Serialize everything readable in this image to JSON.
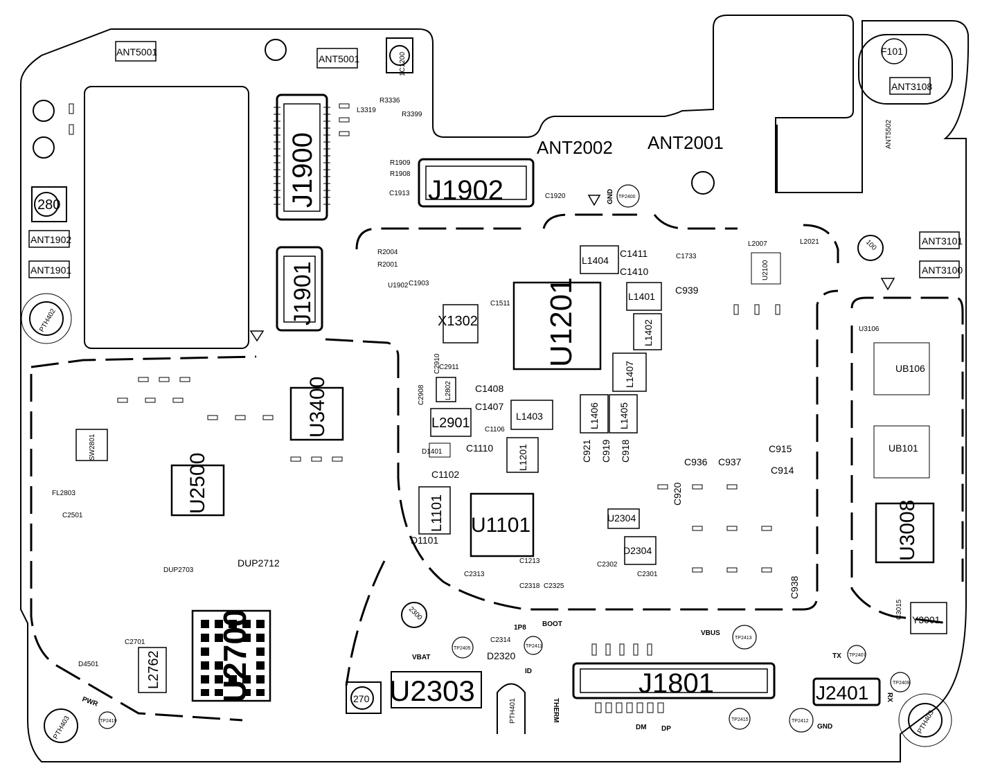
{
  "board": {
    "title_parts": {
      "J1900": "J1900",
      "J1901": "J1901",
      "J1902": "J1902",
      "U1201": "U1201",
      "U3400": "U3400",
      "U2500": "U2500",
      "U2700": "U2700",
      "U2303": "U2303",
      "U1101": "U1101",
      "U3008": "U3008",
      "J1801": "J1801",
      "J2401": "J2401",
      "X1302": "X1302"
    },
    "antennas": {
      "ant2002": "ANT2002",
      "ant2001": "ANT2001",
      "ant5001_left": "ANT5001",
      "ant5001_right": "ANT5001",
      "ant1902": "ANT1902",
      "ant1901": "ANT1901",
      "ant3108": "ANT3108",
      "ant5502": "ANT5502",
      "ant3101": "ANT3101",
      "ant3100": "ANT3100"
    },
    "mounting_holes": {
      "pth402": "PTH402",
      "pth403_left": "PTH403",
      "pth401": "PTH401",
      "pth403_right": "PTH403"
    },
    "round_parts": {
      "f101": "F101",
      "c1200": "1C1200",
      "r280": "280",
      "r270": "270",
      "u2300": "2300",
      "u100": "100"
    },
    "signals": {
      "vbat": "VBAT",
      "boot": "BOOT",
      "ips": "1P8",
      "id": "ID",
      "therm": "THERM",
      "vbus": "VBUS",
      "tx": "TX",
      "rx": "RX",
      "gnd_top": "GND",
      "gnd_bottom": "GND",
      "dm": "DM",
      "dp": "DP",
      "pwr": "PWR"
    },
    "test_points": {
      "tp2400": "TP2400",
      "tp2405": "TP2405",
      "tp2411": "TP2411",
      "tp2413": "TP2413",
      "tp2415": "TP2415",
      "tp2407": "TP2407",
      "tp2409": "TP2409",
      "tp2419": "TP2419",
      "tp2412": "TP2412"
    },
    "inductors": {
      "l1404": "L1404",
      "l1401": "L1401",
      "l1402": "L1402",
      "l1407": "L1407",
      "l1403": "L1403",
      "l1406": "L1406",
      "l1405": "L1405",
      "l2901": "L2901",
      "l2802": "L2802",
      "l1201": "L1201",
      "l1101": "L1101",
      "l2762": "L2762",
      "l2007": "L2007",
      "l2021": "L2021"
    },
    "capacitors": {
      "c1411": "C1411",
      "c1410": "C1410",
      "c939": "C939",
      "c1408": "C1408",
      "c1407": "C1407",
      "c1106": "C1106",
      "c1110": "C1110",
      "c1102": "C1102",
      "c921": "C921",
      "c919": "C919",
      "c918": "C918",
      "c936": "C936",
      "c937": "C937",
      "c915": "C915",
      "c914": "C914",
      "c920": "C920",
      "c938": "C938",
      "c2910": "C2910",
      "c2911": "C2911",
      "c2908": "C2908",
      "c1511": "C1511",
      "c1920": "C1920",
      "c1213": "C1213",
      "c2313": "C2313",
      "c2318": "C2318",
      "c2325": "C2325",
      "c2302": "C2302",
      "c2301": "C2301",
      "c2314": "C2314",
      "c2701": "C2701",
      "c3015": "C3015",
      "c1903": "C1903",
      "c1913": "C1913",
      "c1733": "C1733"
    },
    "misc": {
      "d1401": "D1401",
      "d1101": "D1101",
      "d2304": "D2304",
      "d2320": "D2320",
      "d4501": "D4501",
      "u2304": "U2304",
      "dup2712": "DUP2712",
      "dup2703": "DUP2703",
      "sw2801": "SW2801",
      "fl2803": "FL2803",
      "u3106": "U3106",
      "ub106": "UB106",
      "ub101": "UB101",
      "y3001": "Y3001",
      "r3336": "R3336",
      "r3399": "R3399",
      "l3319": "L3319",
      "r1909": "R1909",
      "r1908": "R1908",
      "r2004": "R2004",
      "r2001": "R2001",
      "u1902": "U1902",
      "c2501": "C2501",
      "u2100": "U2100"
    }
  }
}
